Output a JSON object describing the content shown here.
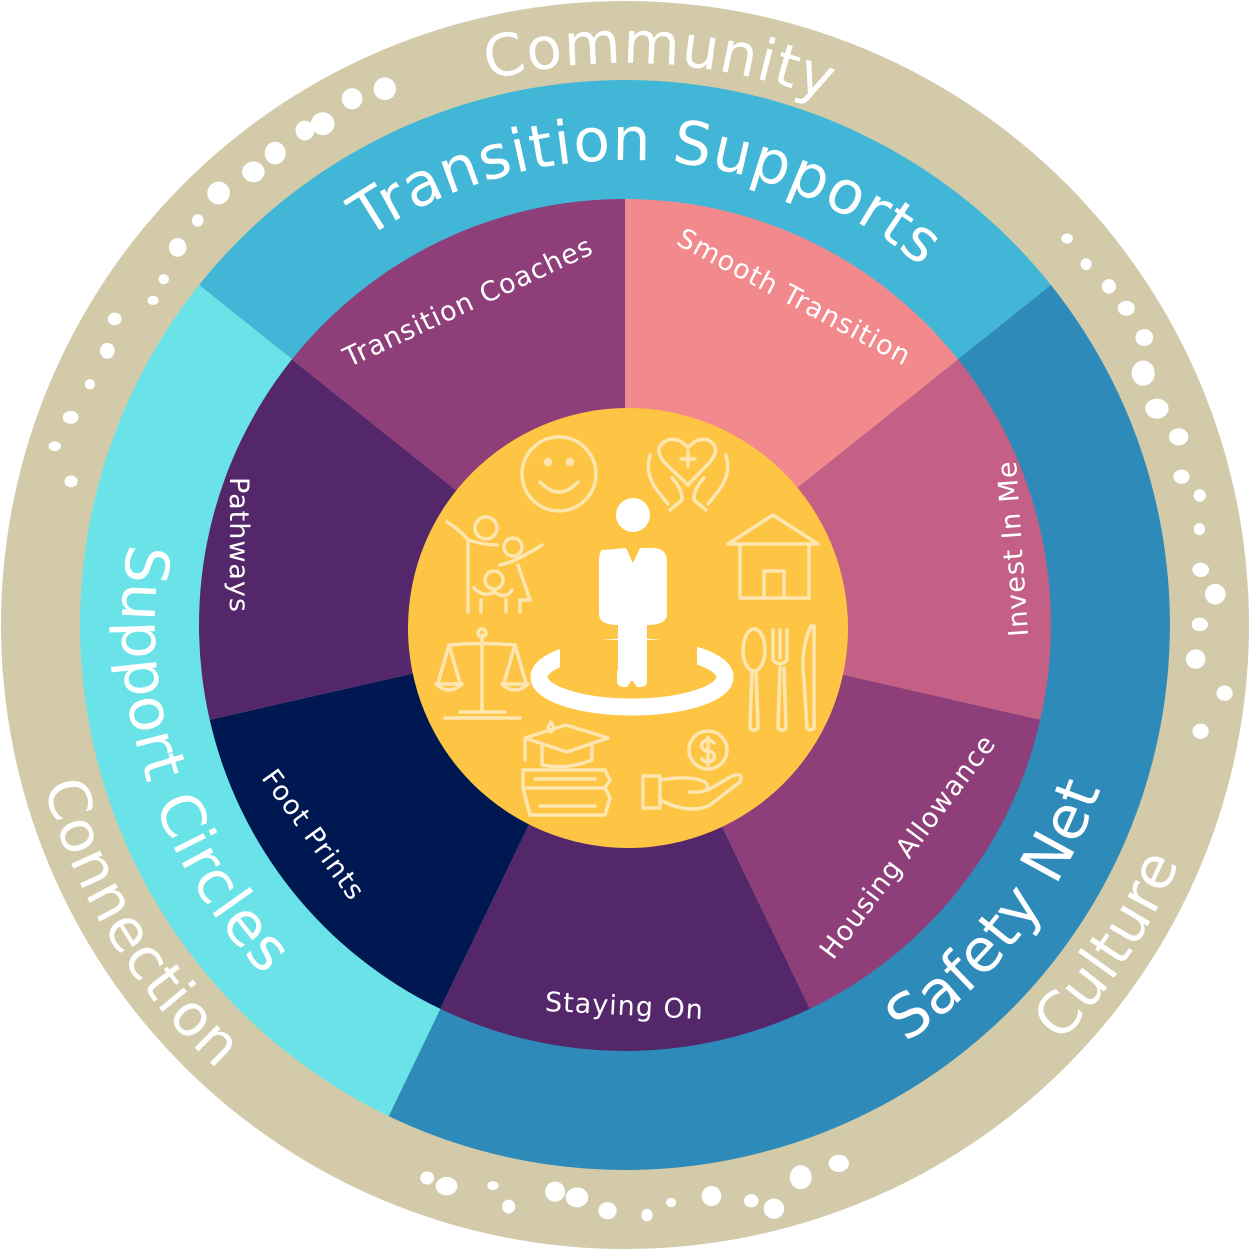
{
  "outer_ring": {
    "color": "#d2caa9",
    "labels": {
      "community": "Community",
      "connection": "Connection",
      "culture": "Culture"
    }
  },
  "middle_ring": {
    "transition_supports": {
      "label": "Transition Supports",
      "color": "#41b6d6"
    },
    "safety_net": {
      "label": "Safety Net",
      "color": "#2e8ab8"
    },
    "support_circles": {
      "label": "Support Circles",
      "color": "#6ae3e8"
    }
  },
  "inner_wedges": [
    {
      "label": "Smooth Transition",
      "color": "#f2898d"
    },
    {
      "label": "Invest In Me",
      "color": "#c45f86"
    },
    {
      "label": "Housing Allowance",
      "color": "#8e3e78"
    },
    {
      "label": "Staying On",
      "color": "#53276a"
    },
    {
      "label": "Foot Prints",
      "color": "#001852"
    },
    {
      "label": "Pathways",
      "color": "#53276a"
    },
    {
      "label": "Transition Coaches",
      "color": "#8e3e78"
    }
  ],
  "center": {
    "color": "#fdc543",
    "icons": [
      "person-in-circle-icon",
      "smiley-icon",
      "heart-hands-icon",
      "house-icon",
      "cutlery-icon",
      "money-hand-icon",
      "graduation-books-icon",
      "scales-icon",
      "family-icon"
    ]
  }
}
